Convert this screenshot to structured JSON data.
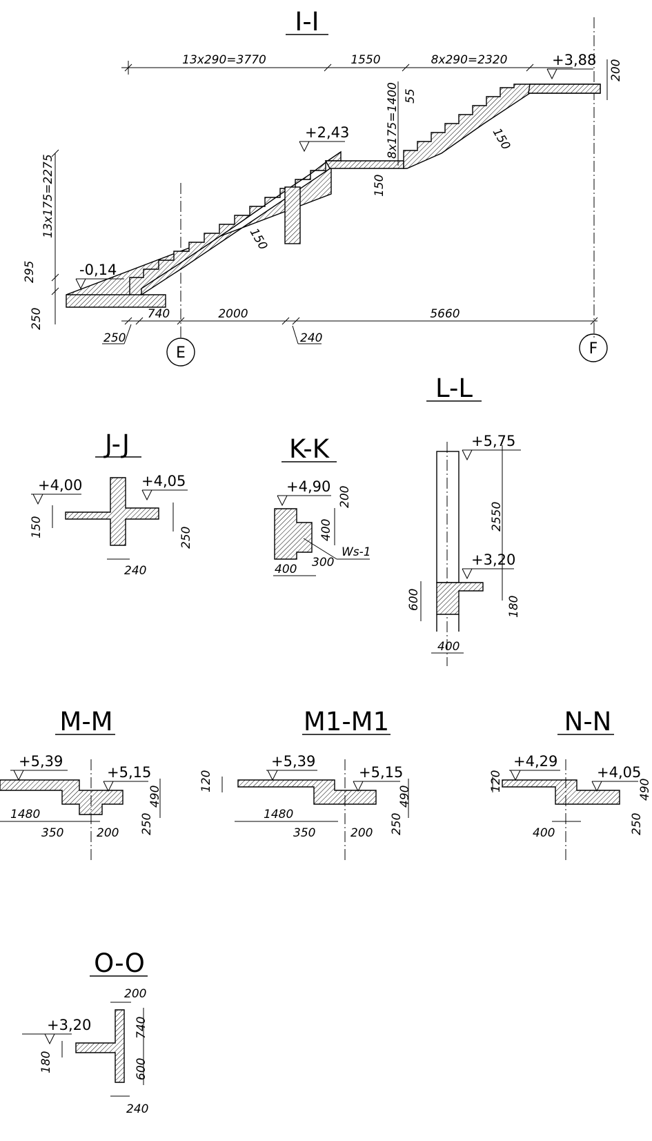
{
  "titles": {
    "i": "I-I",
    "j": "J-J",
    "k": "K-K",
    "l": "L-L",
    "m": "M-M",
    "m1": "M1-M1",
    "n": "N-N",
    "o": "O-O"
  },
  "axes": {
    "e": "E",
    "f": "F"
  },
  "levels": {
    "i_bottom": "-0,14",
    "i_mid": "+2,43",
    "i_top": "+3,88",
    "j_left": "+4,00",
    "j_right": "+4,05",
    "k_top": "+4,90",
    "l_top": "+5,75",
    "l_mid": "+3,20",
    "m_left": "+5,39",
    "m_right": "+5,15",
    "m1_left": "+5,39",
    "m1_right": "+5,15",
    "n_left": "+4,29",
    "n_right": "+4,05",
    "o_left": "+3,20"
  },
  "dims": {
    "i_flight1": "13x290=3770",
    "i_landing": "1550",
    "i_flight2": "8x290=2320",
    "i_200": "200",
    "i_55": "55",
    "i_rise2": "8x175=1400",
    "i_slab2": "150",
    "i_wall150": "150",
    "i_slab1": "150",
    "i_rise1": "13x175=2275",
    "i_295": "295",
    "i_250v": "250",
    "i_250h": "250",
    "i_740": "740",
    "i_2000": "2000",
    "i_240": "240",
    "i_5660": "5660",
    "j_150": "150",
    "j_250": "250",
    "j_240": "240",
    "k_200": "200",
    "k_400v": "400",
    "k_ws": "Ws-1",
    "k_300": "300",
    "k_400h": "400",
    "l_2550": "2550",
    "l_600": "600",
    "l_180": "180",
    "l_400": "400",
    "m_1480": "1480",
    "m_350": "350",
    "m_200": "200",
    "m_490": "490",
    "m_250": "250",
    "m1_120": "120",
    "m1_1480": "1480",
    "m1_350": "350",
    "m1_200": "200",
    "m1_490": "490",
    "m1_250": "250",
    "n_120": "120",
    "n_400": "400",
    "n_490": "490",
    "n_250": "250",
    "o_200": "200",
    "o_740": "740",
    "o_600": "600",
    "o_180": "180",
    "o_240": "240"
  }
}
